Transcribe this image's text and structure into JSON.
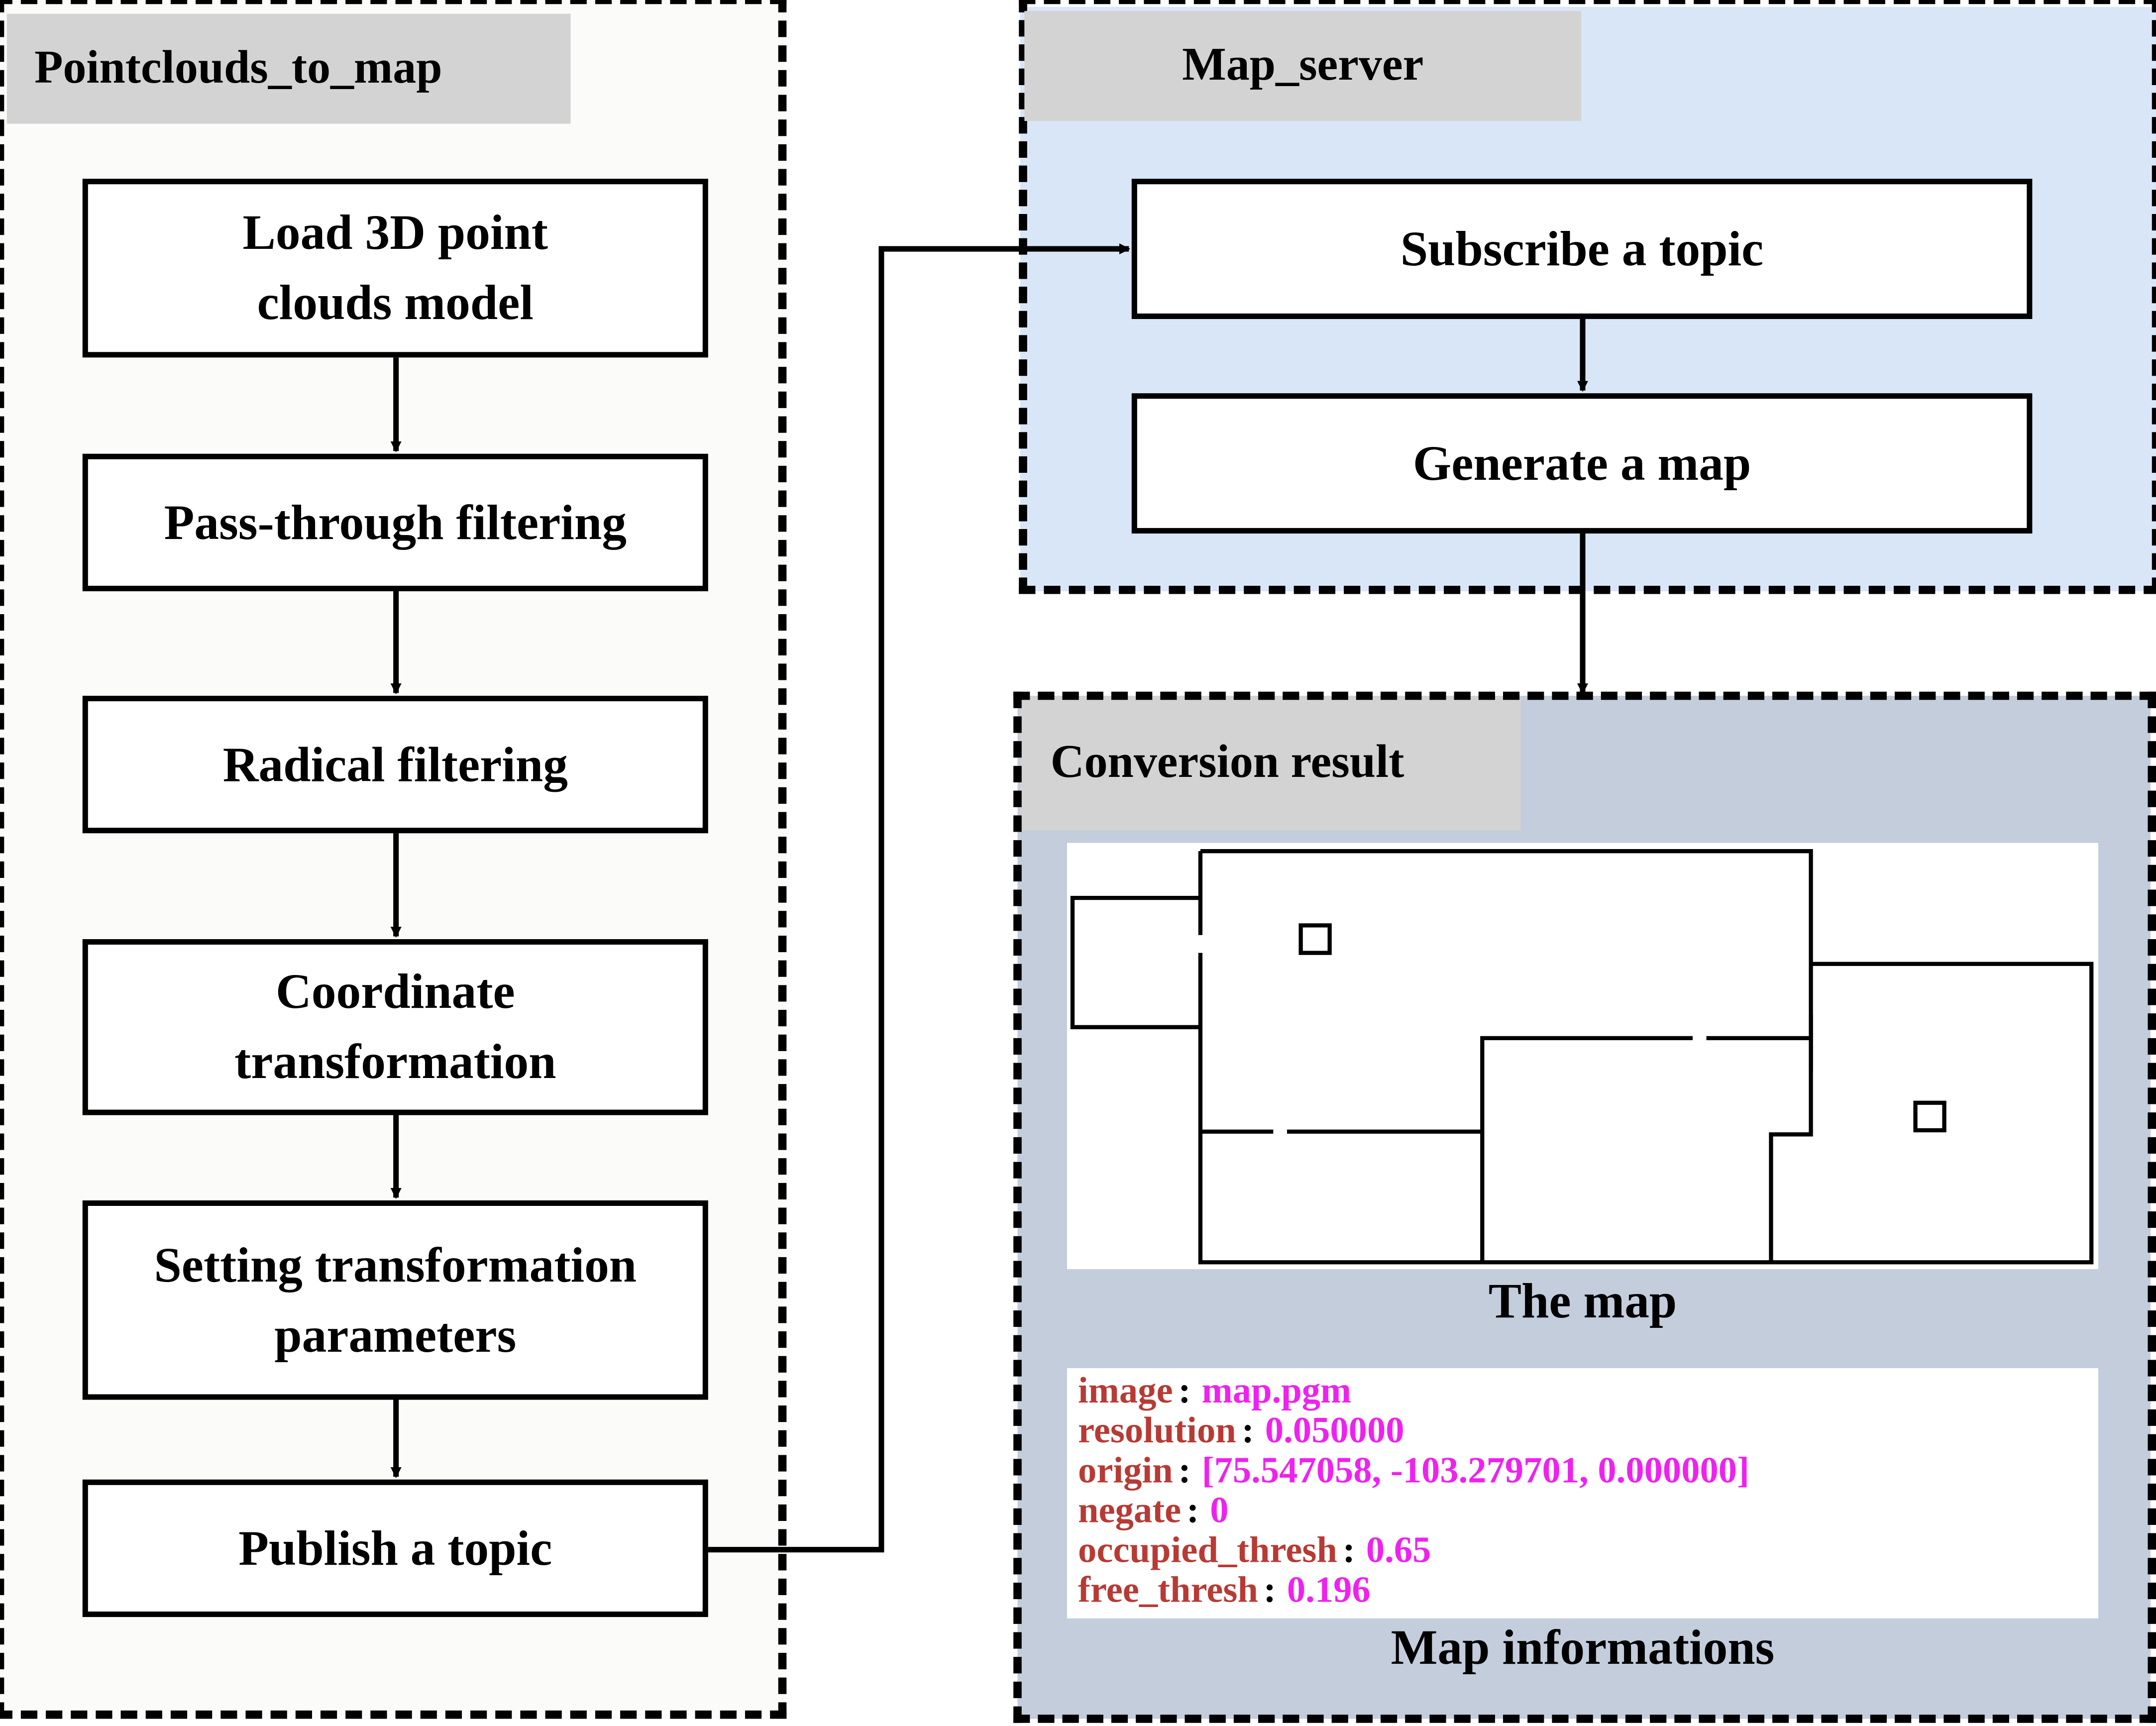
{
  "panels": {
    "left": {
      "title": "Pointclouds_to_map",
      "bg": "#fbfbf9"
    },
    "server": {
      "title": "Map_server",
      "bg": "#d9e6f8"
    },
    "result": {
      "title": "Conversion result",
      "bg": "#c3cddb"
    }
  },
  "left_steps": [
    {
      "label": "Load 3D point clouds model"
    },
    {
      "label": "Pass-through filtering"
    },
    {
      "label": "Radical filtering"
    },
    {
      "label": "Coordinate transformation"
    },
    {
      "label": "Setting transformation parameters"
    },
    {
      "label": "Publish a topic"
    }
  ],
  "server_steps": [
    {
      "label": "Subscribe a topic"
    },
    {
      "label": "Generate a map"
    }
  ],
  "result": {
    "map_caption": "The map",
    "info_caption": "Map informations",
    "info": [
      {
        "key": "image",
        "value": "map.pgm"
      },
      {
        "key": "resolution",
        "value": "0.050000"
      },
      {
        "key": "origin",
        "value": "[75.547058, -103.279701, 0.000000]"
      },
      {
        "key": "negate",
        "value": "0"
      },
      {
        "key": "occupied_thresh",
        "value": "0.65"
      },
      {
        "key": "free_thresh",
        "value": "0.196"
      }
    ]
  },
  "colors": {
    "key": "#b83a34",
    "value": "#ee22ee"
  }
}
